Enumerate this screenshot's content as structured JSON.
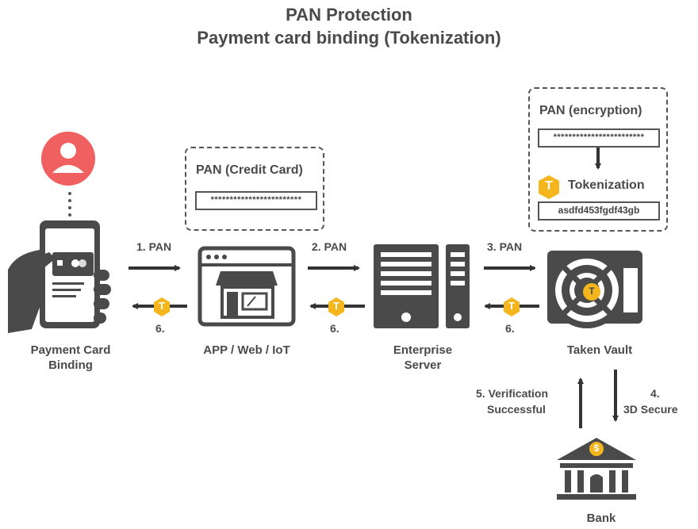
{
  "title": {
    "line1": "PAN Protection",
    "line2": "Payment card binding (Tokenization)"
  },
  "nodes": {
    "payment_card": {
      "line1": "Payment Card",
      "line2": "Binding"
    },
    "app": {
      "label": "APP / Web / IoT"
    },
    "server": {
      "line1": "Enterprise",
      "line2": "Server"
    },
    "vault": {
      "label": "Taken Vault"
    },
    "bank": {
      "label": "Bank"
    }
  },
  "boxes": {
    "credit_card": {
      "title": "PAN (Credit Card)",
      "value": "************************"
    },
    "encryption": {
      "title": "PAN (encryption)",
      "value": "************************",
      "token_title": "Tokenization",
      "token_value": "asdfd453fgdf43gb"
    }
  },
  "arrows": {
    "a1": "1. PAN",
    "a2": "2. PAN",
    "a3": "3. PAN",
    "r1": "6.",
    "r2": "6.",
    "r3": "6.",
    "a4_line1": "4.",
    "a4_line2": "3D Secure",
    "a5_line1": "5. Verification",
    "a5_line2": "Successful"
  },
  "token_badge": "T",
  "bank_symbol": "$",
  "colors": {
    "dark": "#4a4a4a",
    "user_red": "#f06060",
    "token_yellow": "#f5b51c",
    "screen": "#ffffff"
  },
  "icons": {
    "user": "user-avatar-icon",
    "phone": "hand-holding-phone-icon",
    "app": "storefront-window-icon",
    "server": "server-rack-icon",
    "vault": "vault-door-icon",
    "bank": "bank-building-icon",
    "token": "token-badge-icon"
  }
}
